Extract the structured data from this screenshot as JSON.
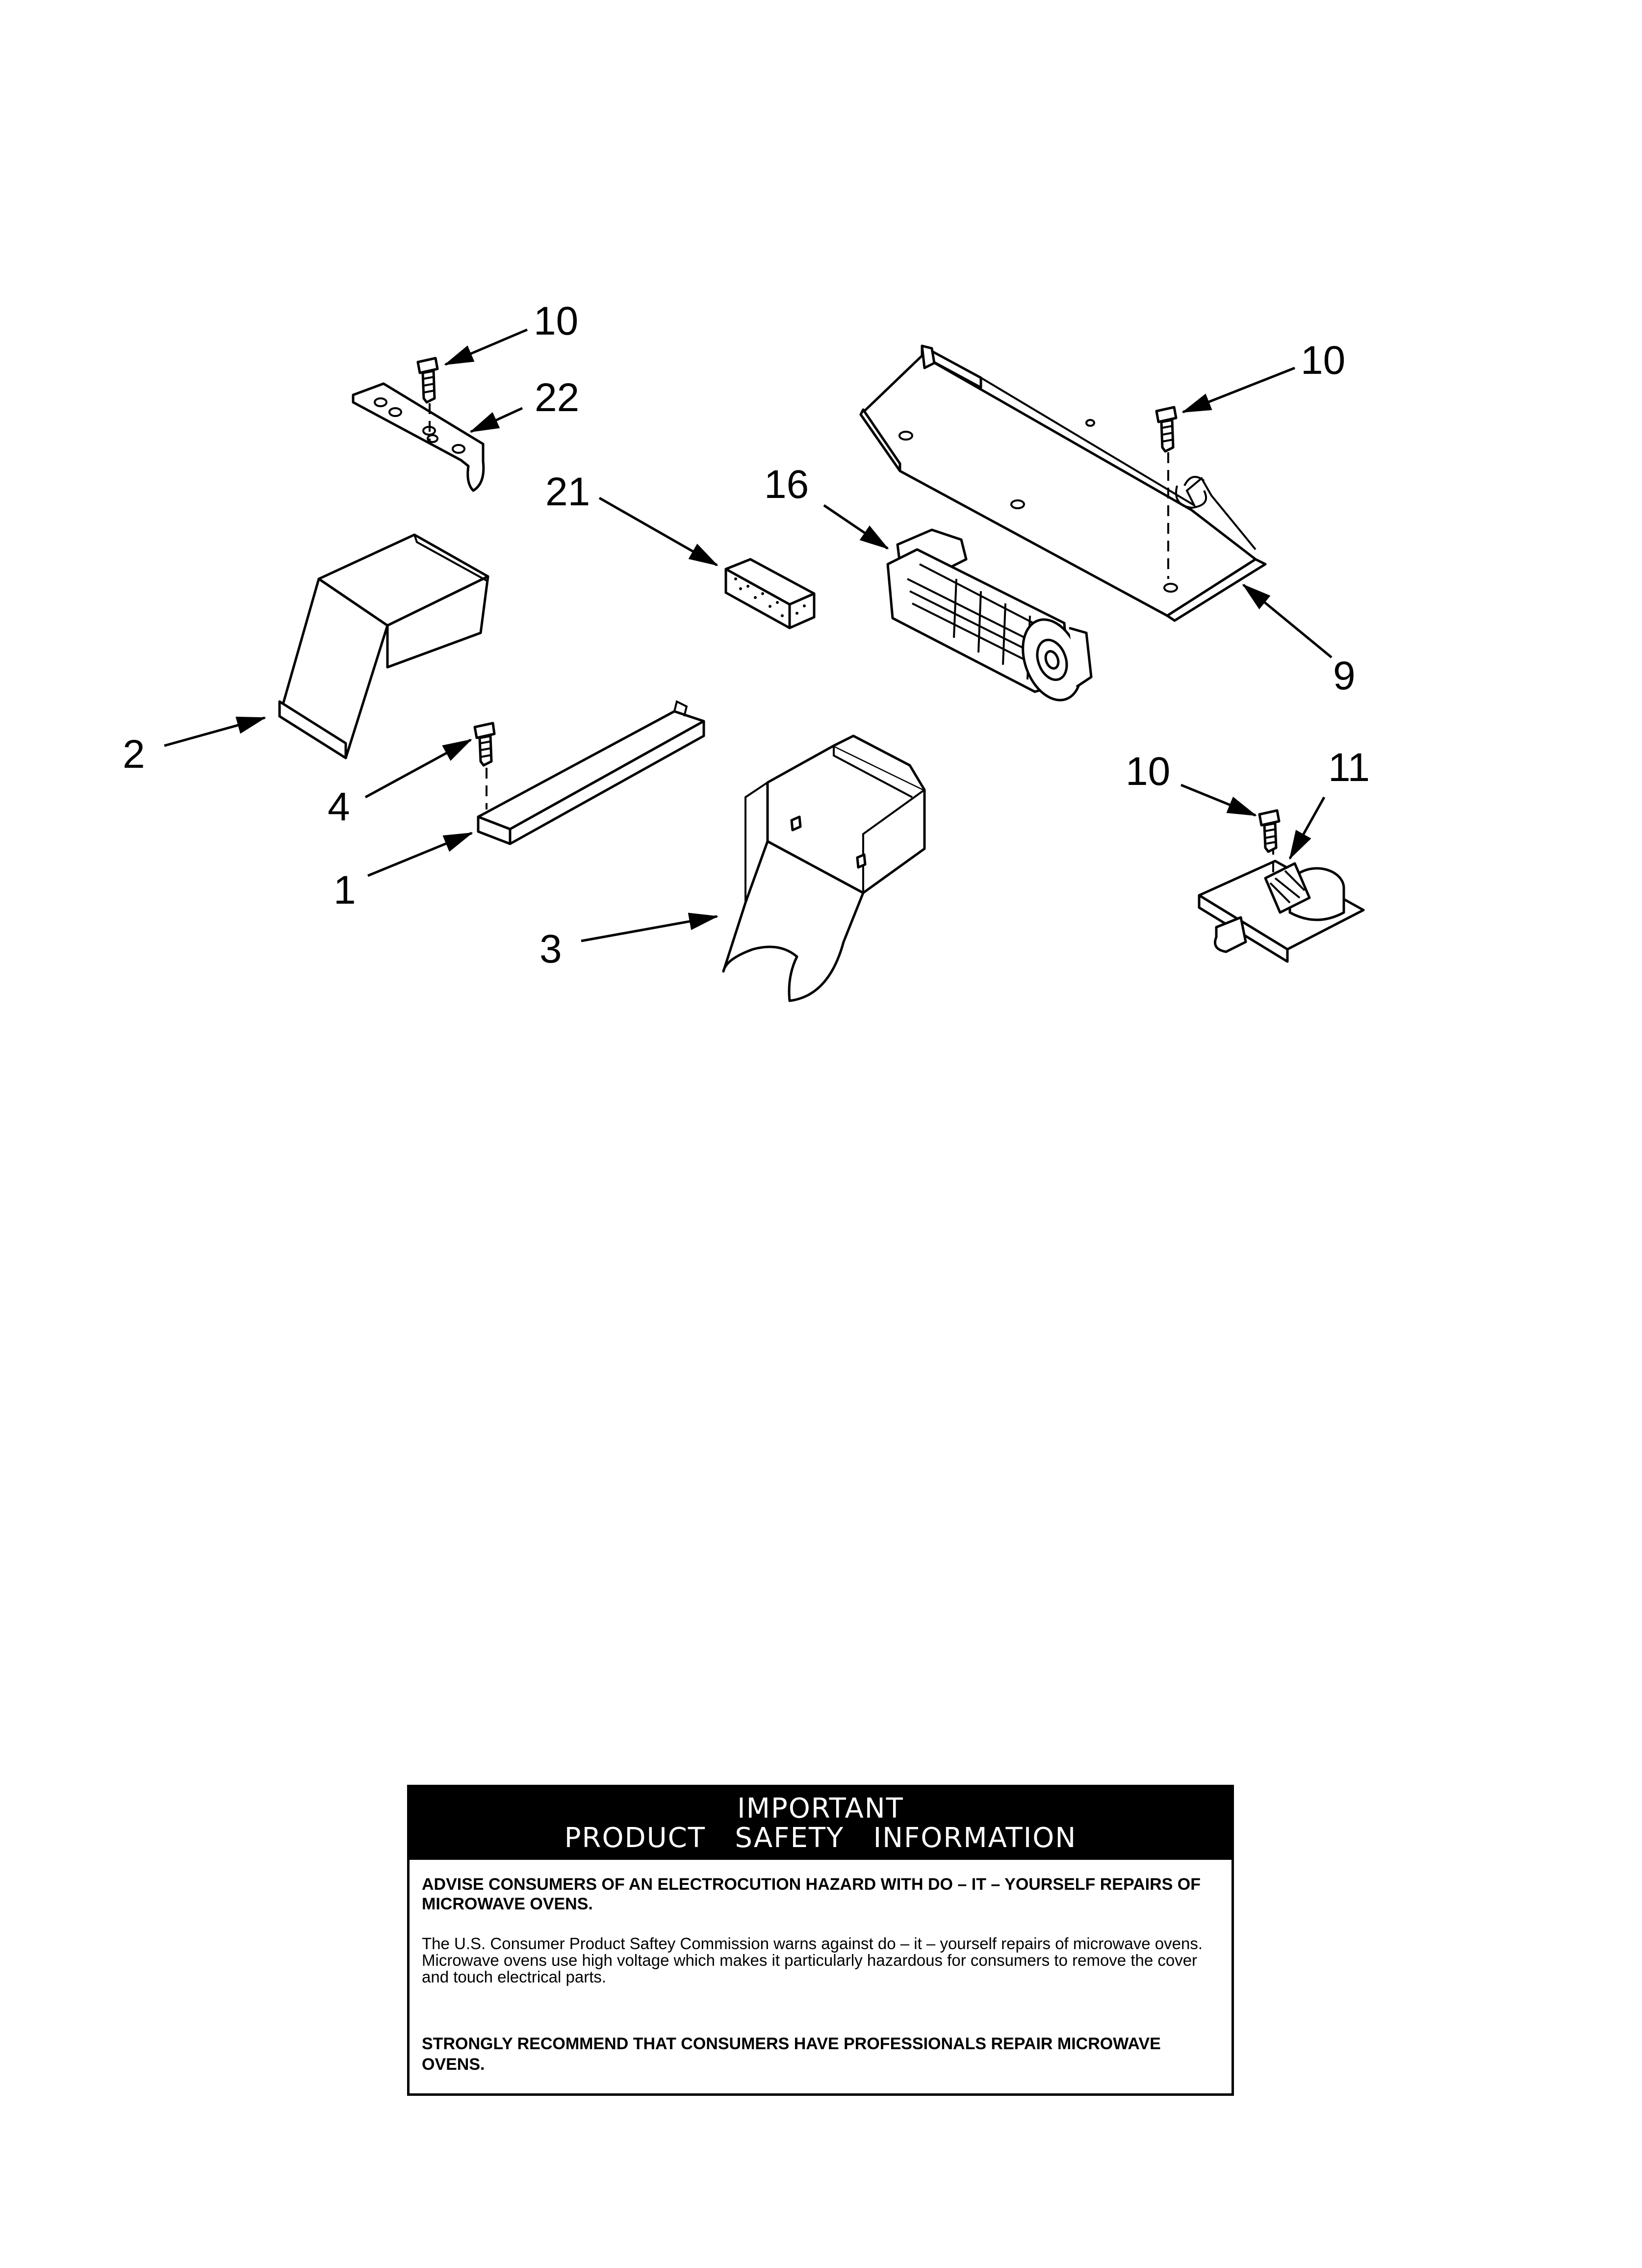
{
  "callouts": {
    "c10_a": "10",
    "c22": "22",
    "c10_b": "10",
    "c21": "21",
    "c16": "16",
    "c2": "2",
    "c9": "9",
    "c4": "4",
    "c10_c": "10",
    "c11": "11",
    "c1": "1",
    "c3": "3"
  },
  "safety": {
    "header_line1": "IMPORTANT",
    "header_line2": "PRODUCT   SAFETY   INFORMATION",
    "advise": "ADVISE CONSUMERS OF AN ELECTROCUTION HAZARD WITH DO – IT – YOURSELF REPAIRS OF MICROWAVE OVENS.",
    "body": "The U.S. Consumer Product Saftey Commission warns against do – it – yourself repairs of microwave ovens. Microwave ovens use high voltage which makes it particularly hazardous for consumers to remove the cover and touch electrical parts.",
    "recommend": "STRONGLY RECOMMEND THAT CONSUMERS HAVE PROFESSIONALS REPAIR MICROWAVE OVENS."
  }
}
